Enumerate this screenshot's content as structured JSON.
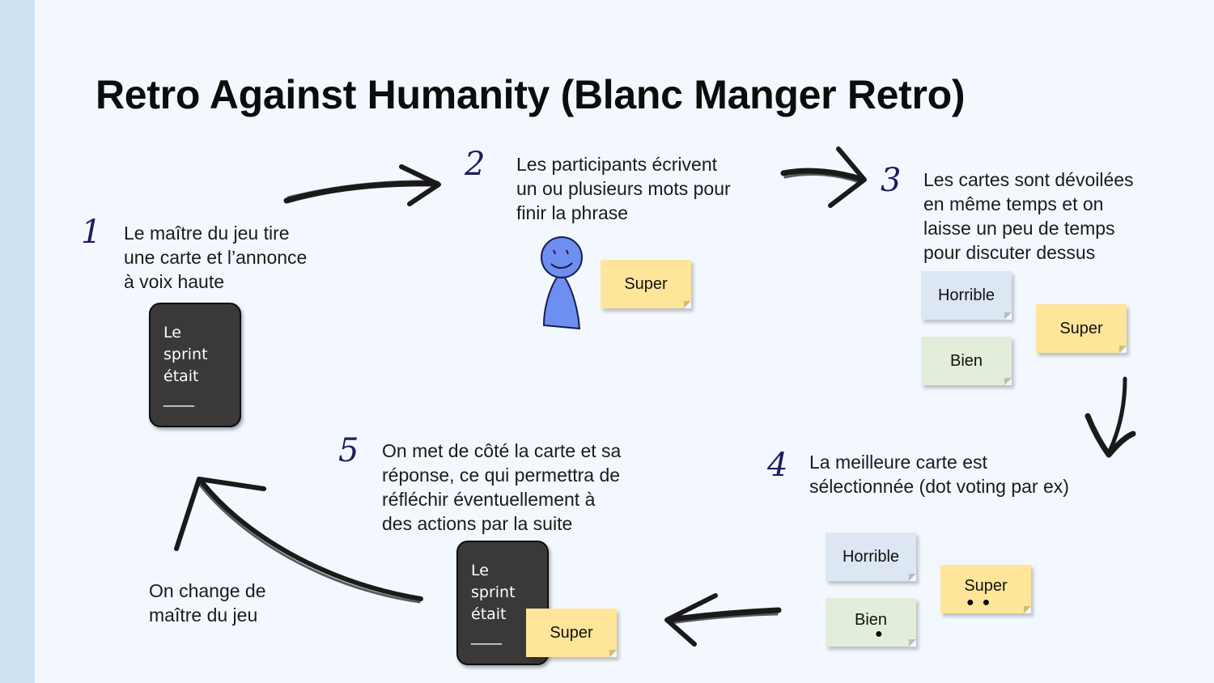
{
  "title": "Retro Against Humanity (Blanc Manger Retro)",
  "steps": {
    "s1": {
      "num": "1",
      "text": "Le maître du jeu tire\nune carte et l’annonce\nà voix haute"
    },
    "s2": {
      "num": "2",
      "text": "Les participants écrivent\nun ou plusieurs mots pour\nfinir la phrase"
    },
    "s3": {
      "num": "3",
      "text": "Les cartes sont dévoilées\nen même temps et on\nlaisse un peu de temps\npour discuter dessus"
    },
    "s4": {
      "num": "4",
      "text": "La meilleure carte est\nsélectionnée (dot voting par ex)"
    },
    "s5": {
      "num": "5",
      "text": "On met de côté la carte et sa\nréponse, ce qui permettra de\nréfléchir éventuellement à\ndes actions par la suite"
    },
    "s6": {
      "text": "On change de\nmaître du jeu"
    }
  },
  "card": {
    "text": "Le\nsprint\nétait\n____"
  },
  "stickies": {
    "super": "Super",
    "horrible": "Horrible",
    "bien": "Bien"
  },
  "votes": {
    "super": 2,
    "bien": 1,
    "horrible": 0
  },
  "colors": {
    "background": "#f2f8fe",
    "sidebar": "#cfe2f3",
    "sticky_yellow": "#ffe599",
    "sticky_blue": "#dde7f3",
    "sticky_green": "#e2eedb",
    "card": "#3a3838",
    "person": "#6d8ff0"
  }
}
